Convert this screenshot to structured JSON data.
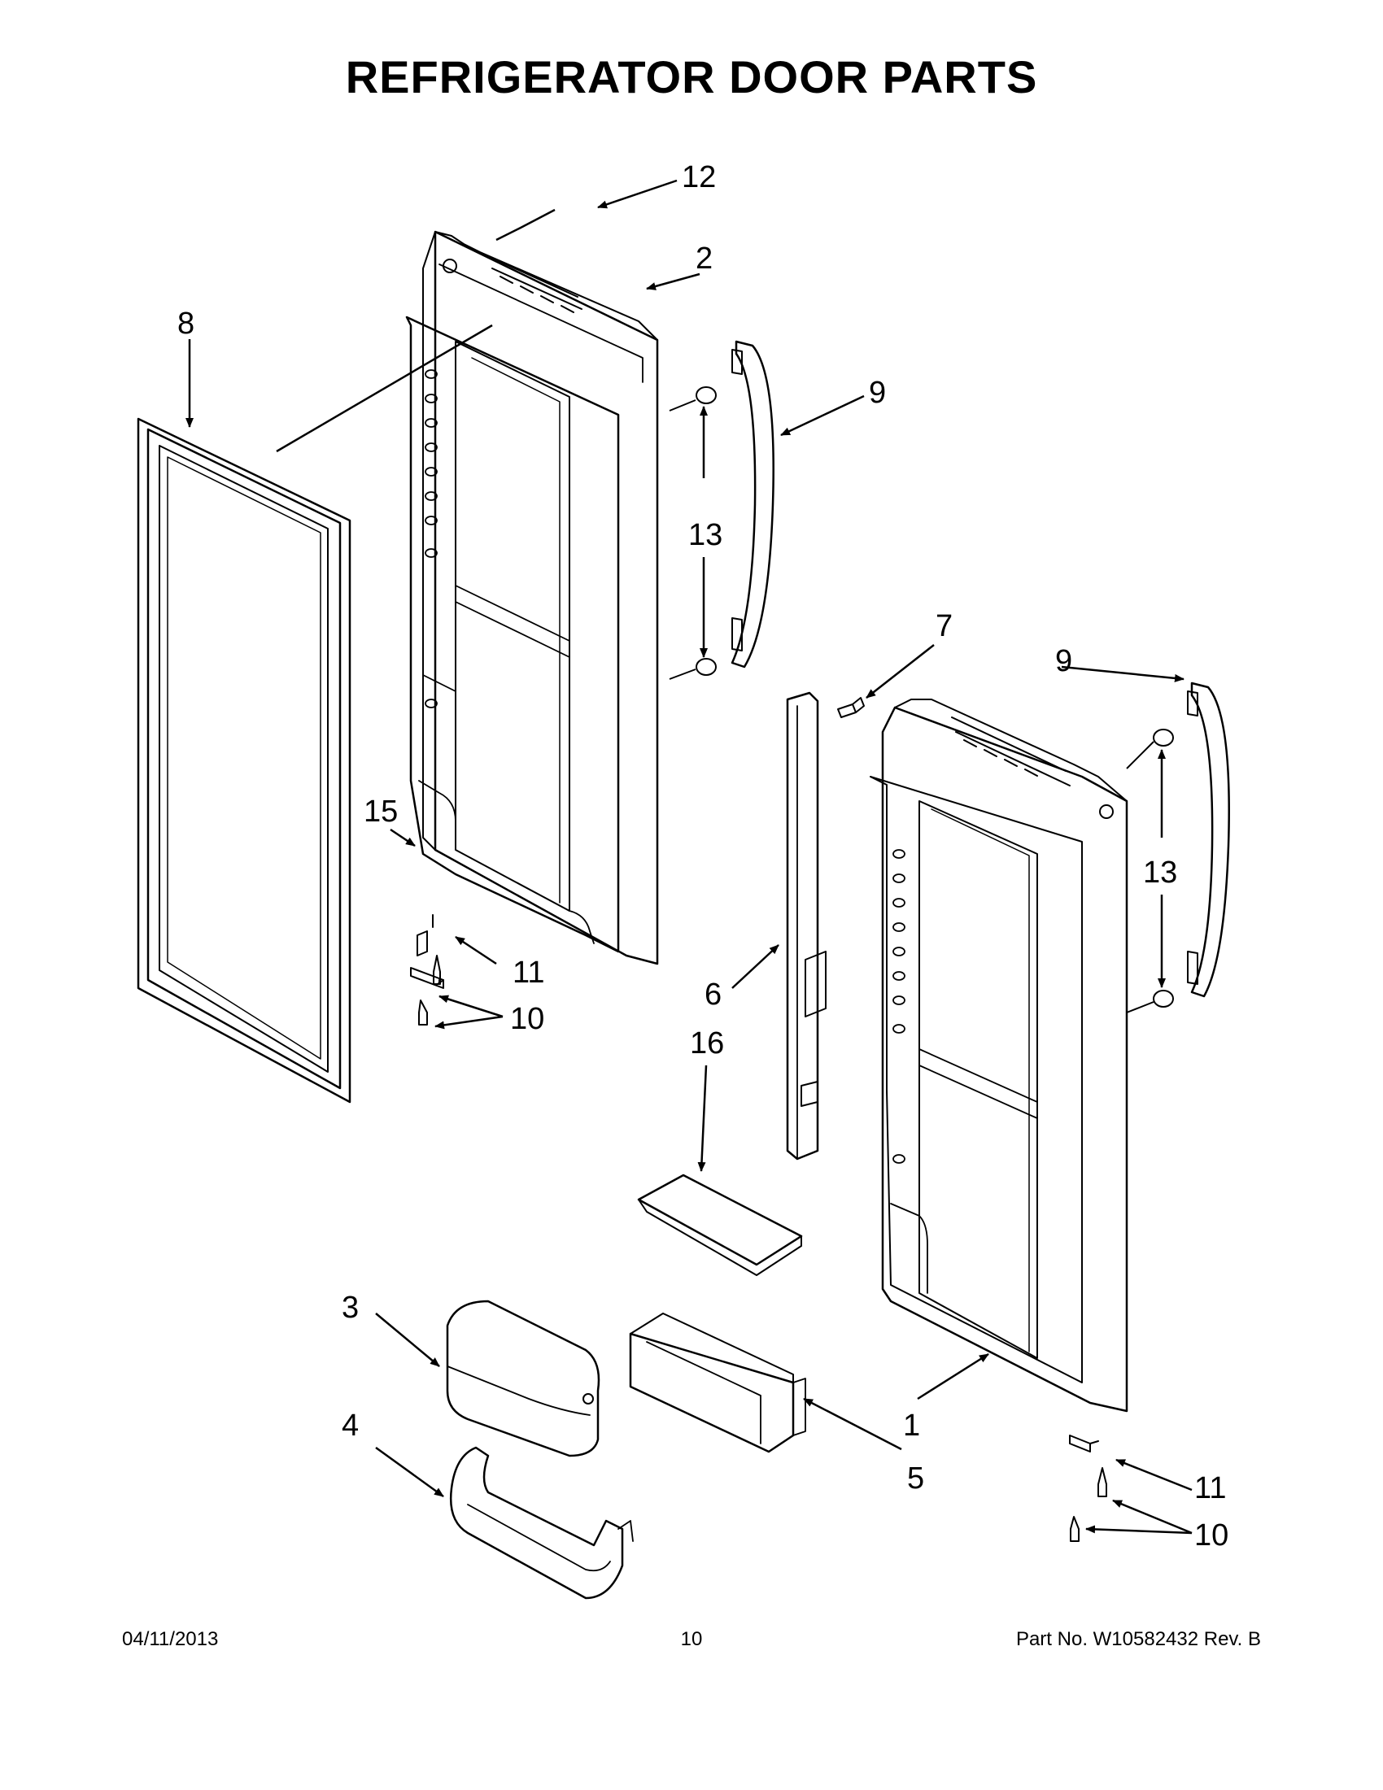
{
  "page": {
    "title": "REFRIGERATOR DOOR PARTS"
  },
  "callouts": {
    "c1": "1",
    "c2": "2",
    "c3": "3",
    "c4": "4",
    "c5": "5",
    "c6": "6",
    "c7": "7",
    "c8": "8",
    "c9a": "9",
    "c9b": "9",
    "c10a": "10",
    "c10b": "10",
    "c11a": "11",
    "c11b": "11",
    "c12": "12",
    "c13a": "13",
    "c13b": "13",
    "c15": "15",
    "c16": "16"
  },
  "footer": {
    "date": "04/11/2013",
    "page_number": "10",
    "part_number": "Part No.  W10582432  Rev.  B"
  }
}
